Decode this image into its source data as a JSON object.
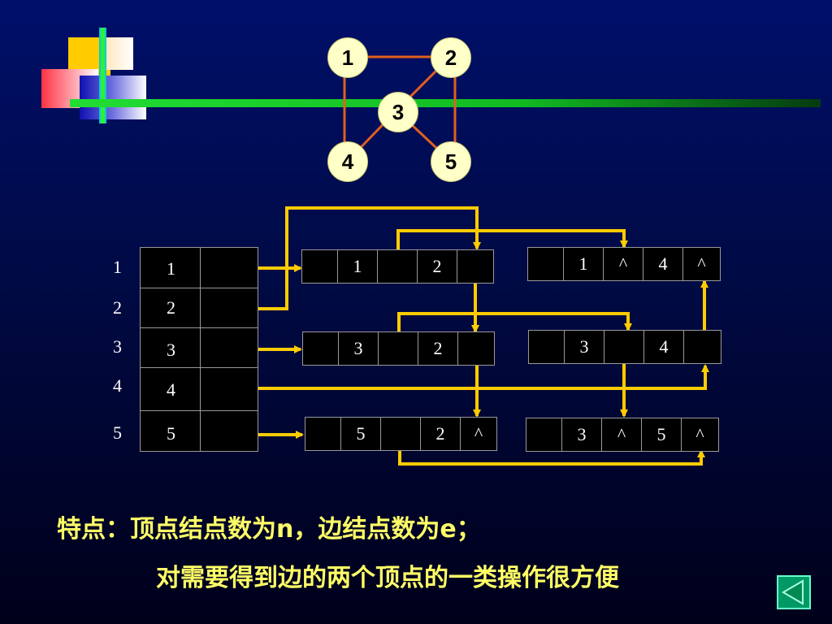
{
  "graph": {
    "nodes": [
      "1",
      "2",
      "3",
      "4",
      "5"
    ]
  },
  "rows": [
    {
      "label": "1",
      "vertex": "1"
    },
    {
      "label": "2",
      "vertex": "2"
    },
    {
      "label": "3",
      "vertex": "3"
    },
    {
      "label": "4",
      "vertex": "4"
    },
    {
      "label": "5",
      "vertex": "5"
    }
  ],
  "edge_nodes": [
    [
      "",
      "1",
      "",
      "2",
      ""
    ],
    [
      "",
      "1",
      "^",
      "4",
      "^"
    ],
    [
      "",
      "3",
      "",
      "2",
      ""
    ],
    [
      "",
      "3",
      "",
      "4",
      ""
    ],
    [
      "",
      "5",
      "",
      "2",
      "^"
    ],
    [
      "",
      "3",
      "^",
      "5",
      "^"
    ]
  ],
  "caption": {
    "line1": "特点：顶点结点数为n，边结点数为e；",
    "line2": "对需要得到边的两个顶点的一类操作很方便"
  },
  "colors": {
    "node_fill": "#ffffc8",
    "graph_edge": "#e06020",
    "pointer": "#ffcc00",
    "caption": "#ffff66",
    "accent_bar": "#00cc33"
  }
}
